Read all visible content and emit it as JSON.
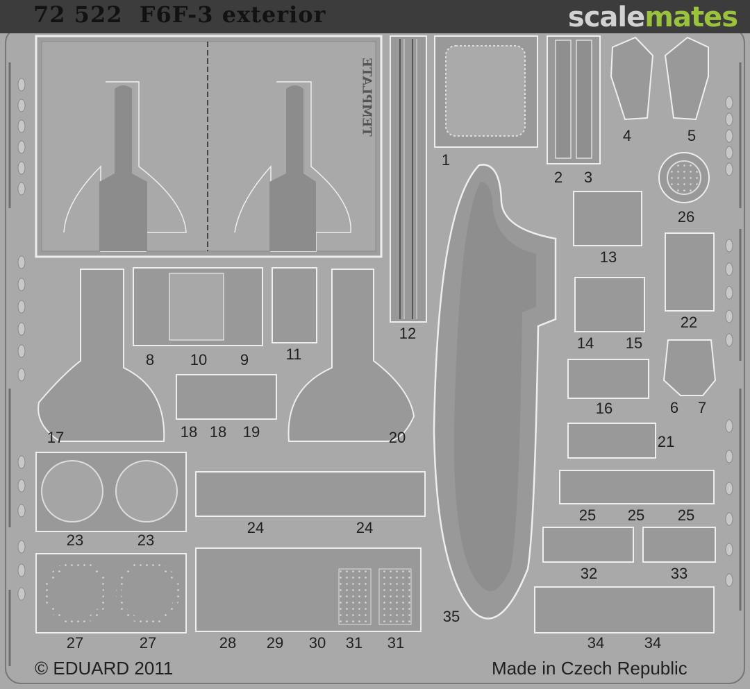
{
  "header": {
    "title": "72 522  F6F-3 exterior",
    "logo_part1": "scale",
    "logo_part2": "mates"
  },
  "template_text": "TEMPLATE",
  "footer": {
    "copyright": "© EDUARD 2011",
    "origin": "Made in Czech Republic"
  },
  "part_labels": [
    "1",
    "2",
    "3",
    "4",
    "5",
    "26",
    "13",
    "22",
    "14",
    "15",
    "12",
    "8",
    "10",
    "9",
    "11",
    "6",
    "7",
    "16",
    "17",
    "18",
    "18",
    "19",
    "20",
    "21",
    "23",
    "23",
    "24",
    "24",
    "25",
    "25",
    "25",
    "32",
    "33",
    "35",
    "27",
    "27",
    "28",
    "29",
    "30",
    "31",
    "31",
    "34",
    "34"
  ],
  "colors": {
    "fret": "#a9a9a9",
    "part": "#999999",
    "outline": "#e0e0e0",
    "header": "#3c3c3c",
    "logo_accent": "#9bc23c"
  }
}
